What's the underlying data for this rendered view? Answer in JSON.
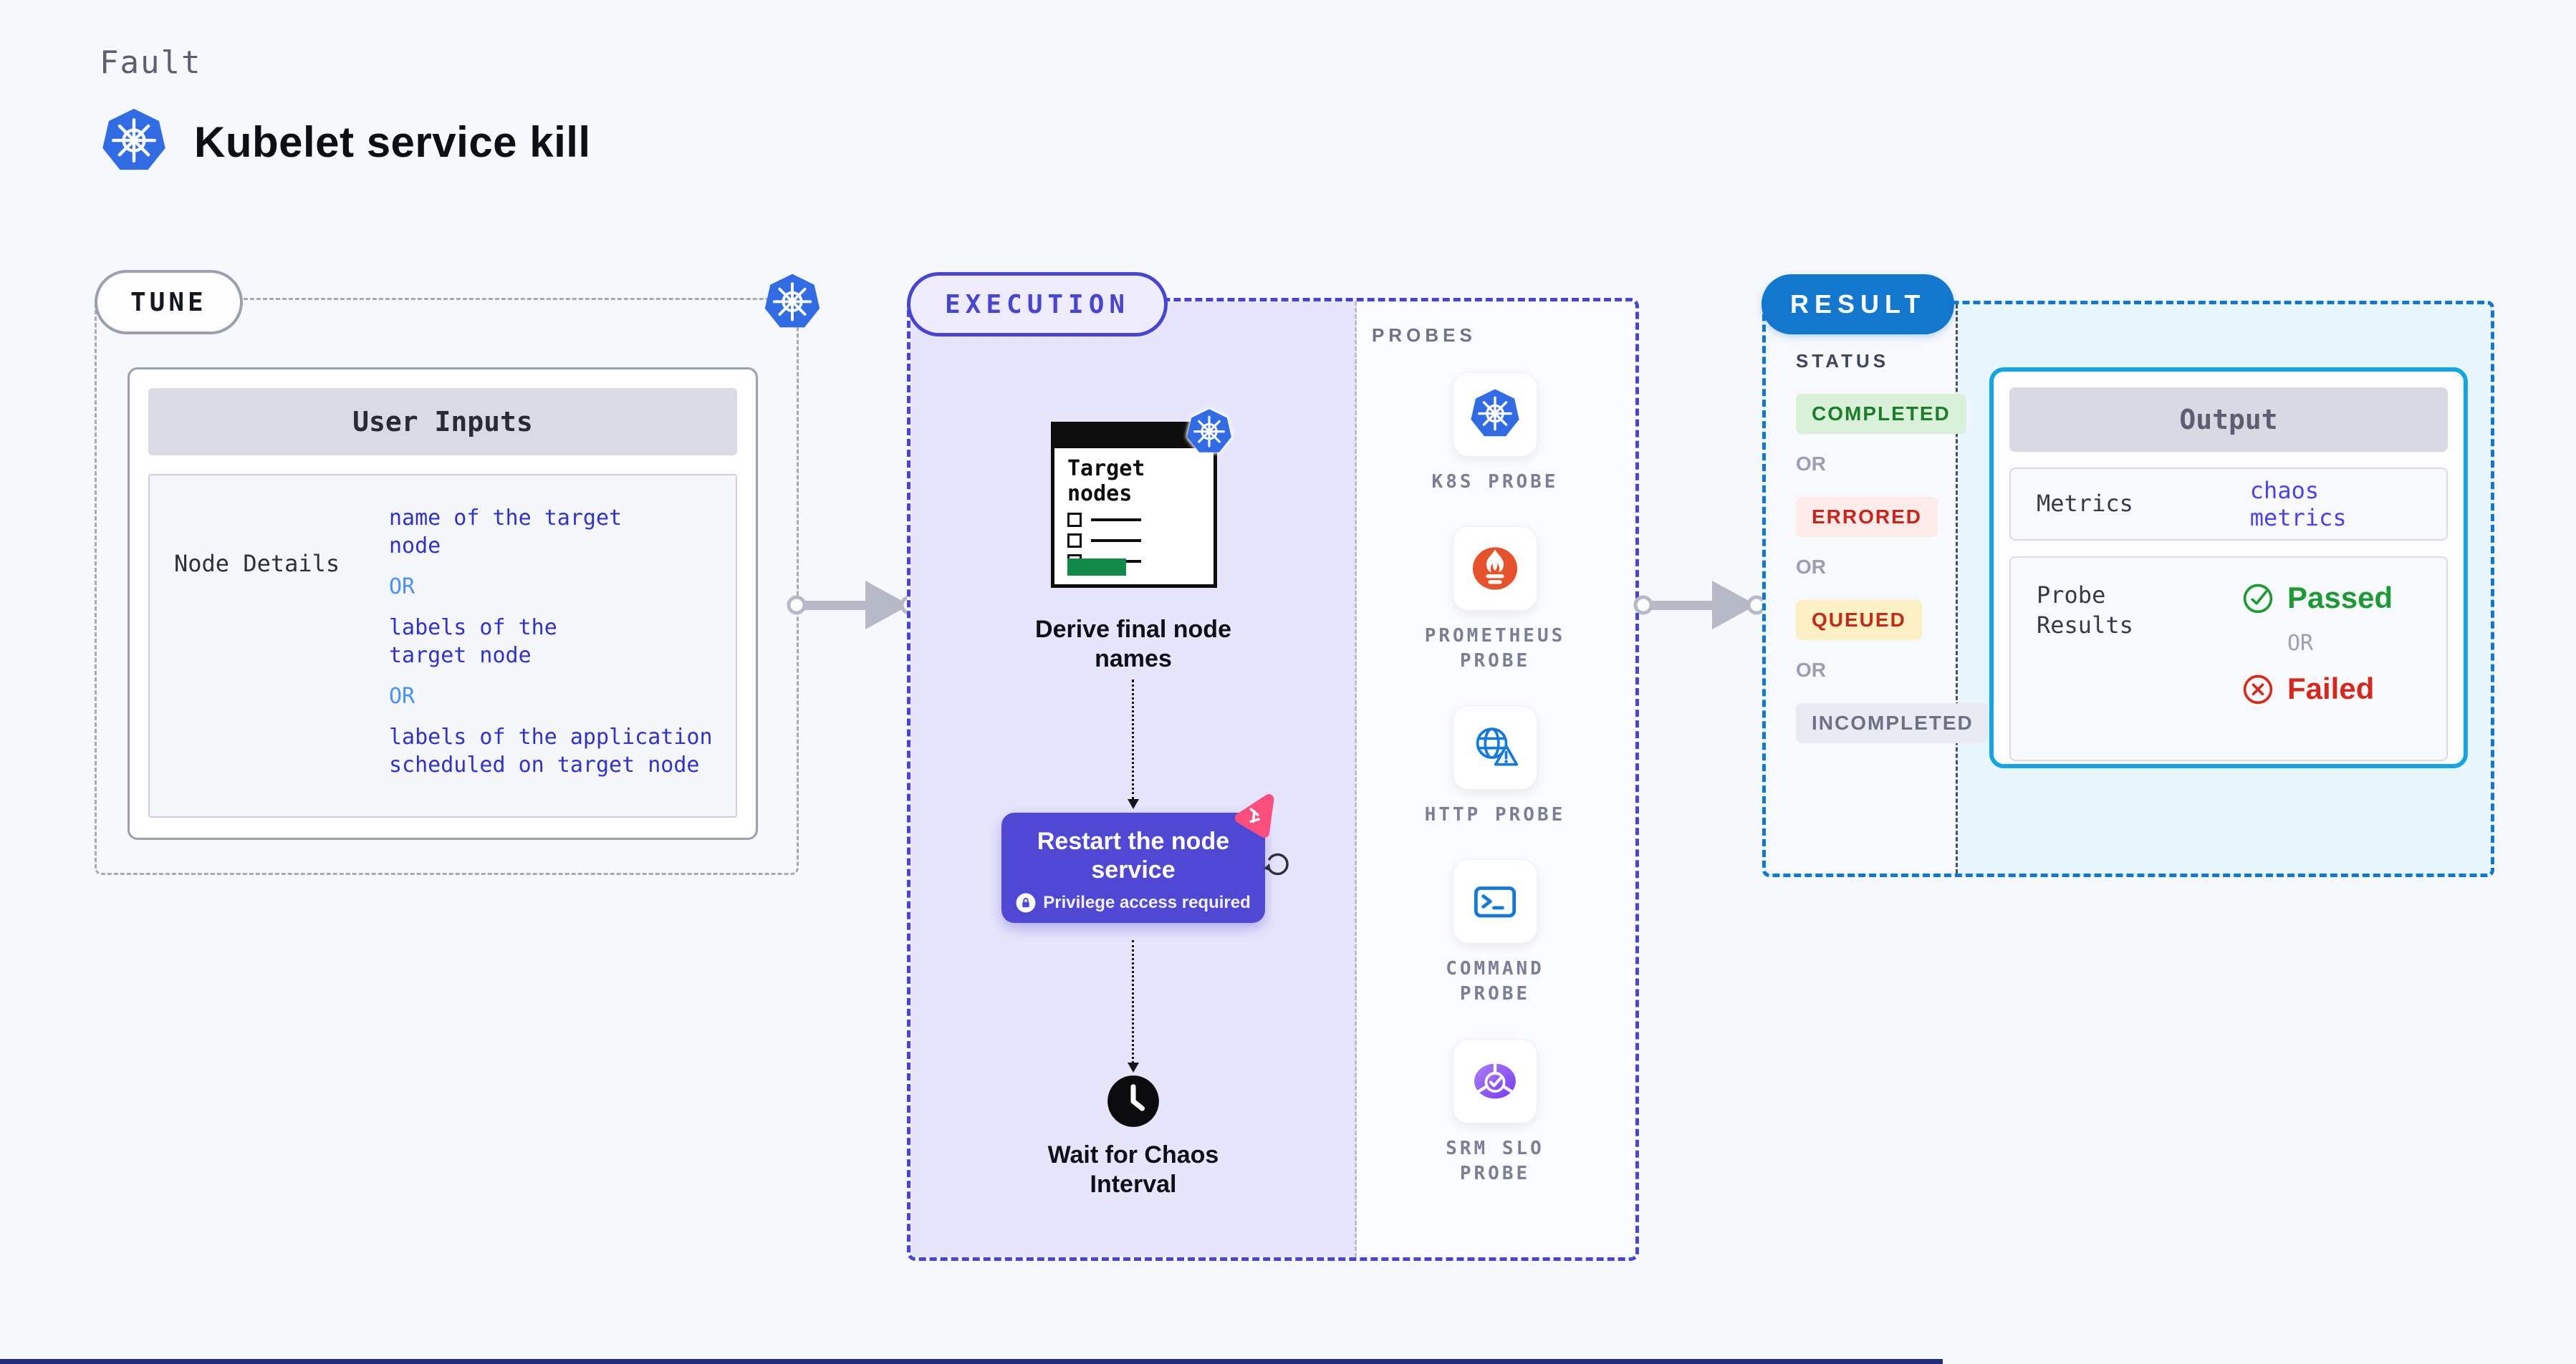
{
  "page": {
    "kicker": "Fault",
    "title": "Kubelet service kill"
  },
  "colors": {
    "kubernetes_blue": "#326ce5",
    "execution_indigo": "#4a45d1",
    "execution_fill": "#e7e5fb",
    "result_blue": "#1277cd",
    "output_border_cyan": "#14a5e3",
    "restart_purple": "#5047d5",
    "harness_pink": "#fb4d7e",
    "prometheus_orange": "#e6522c",
    "terminal_blue": "#1479d8",
    "slo_purple": "#7a3bf0",
    "passed_green": "#1d9a35",
    "failed_red": "#d6281e",
    "link_blue": "#3032c8",
    "or_light_blue": "#4893f2"
  },
  "tune": {
    "pill": "TUNE",
    "card_title": "User Inputs",
    "row_label": "Node Details",
    "option_1": "name of the target node",
    "or_1": "OR",
    "option_2": "labels of the target node",
    "or_2": "OR",
    "option_3": "labels of the application scheduled on target node"
  },
  "execution": {
    "pill": "EXECUTION",
    "doc_title": "Target nodes",
    "step_derive": "Derive final node names",
    "restart_title": "Restart the node service",
    "restart_note": "Privilege access required",
    "step_wait": "Wait for Chaos Interval",
    "probes_title": "PROBES",
    "probes": [
      {
        "label": "K8S PROBE",
        "icon": "kubernetes-icon"
      },
      {
        "label": "PROMETHEUS PROBE",
        "icon": "prometheus-icon"
      },
      {
        "label": "HTTP PROBE",
        "icon": "http-globe-icon"
      },
      {
        "label": "COMMAND PROBE",
        "icon": "terminal-icon"
      },
      {
        "label": "SRM SLO PROBE",
        "icon": "slo-donut-icon"
      }
    ]
  },
  "result": {
    "pill": "RESULT",
    "status_title": "STATUS",
    "or": "OR",
    "statuses": [
      {
        "label": "COMPLETED",
        "state": "completed"
      },
      {
        "label": "ERRORED",
        "state": "errored"
      },
      {
        "label": "QUEUED",
        "state": "queued"
      },
      {
        "label": "INCOMPLETED",
        "state": "incompleted"
      }
    ],
    "output": {
      "title": "Output",
      "metrics_label": "Metrics",
      "metrics_value": "chaos metrics",
      "probe_results_label": "Probe Results",
      "passed": "Passed",
      "or": "OR",
      "failed": "Failed"
    }
  }
}
